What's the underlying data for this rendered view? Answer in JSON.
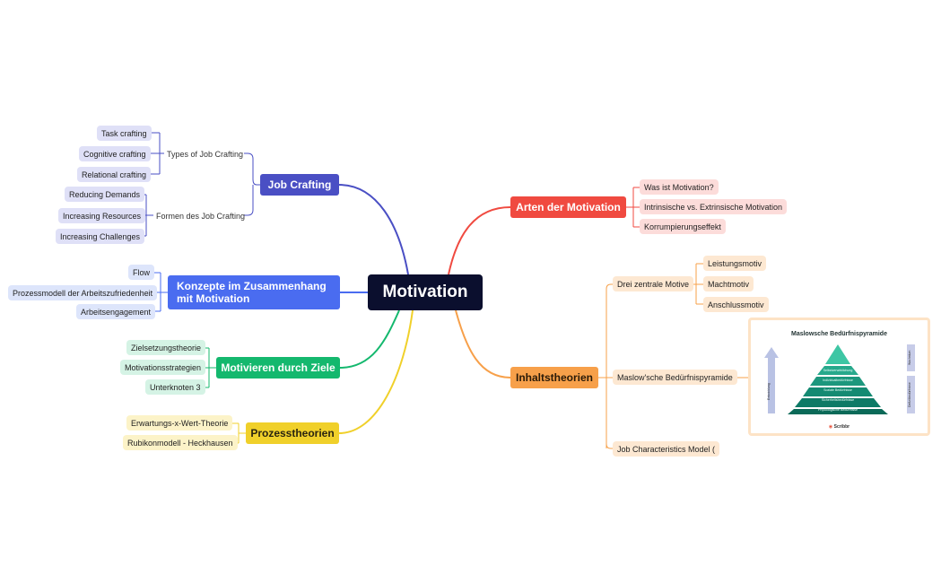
{
  "root": {
    "label": "Motivation"
  },
  "branches": {
    "job_crafting": {
      "label": "Job Crafting",
      "color": "#4a4fc4",
      "light": "#dfe0f7",
      "groups": [
        {
          "label": "Types of Job Crafting",
          "items": [
            "Task crafting",
            "Cognitive crafting",
            "Relational crafting"
          ]
        },
        {
          "label": "Formen des Job Crafting",
          "items": [
            "Reducing Demands",
            "Increasing Resources",
            "Increasing Challenges"
          ]
        }
      ]
    },
    "konzepte": {
      "label": "Konzepte im Zusammenhang mit Motivation",
      "color": "#4a6cf0",
      "light": "#dde5fb",
      "items": [
        "Flow",
        "Prozessmodell der Arbeitszufriedenheit",
        "Arbeitsengagement"
      ]
    },
    "ziele": {
      "label": "Motivieren durch Ziele",
      "color": "#14b86e",
      "light": "#d5f3e5",
      "items": [
        "Zielsetzungstheorie",
        "Motivationsstrategien",
        "Unterknoten 3"
      ]
    },
    "prozess": {
      "label": "Prozesstheorien",
      "color": "#f0d02a",
      "light": "#fcf3c8",
      "items": [
        "Erwartungs-x-Wert-Theorie",
        "Rubikonmodell - Heckhausen"
      ]
    },
    "arten": {
      "label": "Arten der Motivation",
      "color": "#f04a40",
      "light": "#fcdcda",
      "items": [
        "Was ist Motivation?",
        "Intrinsische vs. Extrinsische Motivation",
        "Korrumpierungseffekt"
      ]
    },
    "inhalt": {
      "label": "Inhaltstheorien",
      "color": "#f7a04a",
      "light": "#fde8d2",
      "groups": [
        {
          "label": "Drei zentrale Motive",
          "items": [
            "Leistungsmotiv",
            "Machtmotiv",
            "Anschlussmotiv"
          ]
        },
        {
          "label": "Maslow'sche Bedürfnispyramide"
        },
        {
          "label": "Job Characteristics Model ("
        }
      ]
    }
  },
  "pyramid": {
    "title": "Maslowsche Bedürfnispyramide",
    "tiers": [
      "Selbstverwirklichung",
      "Individualbedürfnisse",
      "Soziale Bedürfnisse",
      "Sicherheitsbedürfnisse",
      "Physiologische Bedürfnisse"
    ],
    "left_label": "Entwicklung",
    "right_top_label": "Wachstum",
    "right_bottom_label": "Defizitbedürfnisse",
    "brand": "Scribbr",
    "tier_color": "#0e7a66",
    "tier_top_color": "#3ec6a4"
  }
}
